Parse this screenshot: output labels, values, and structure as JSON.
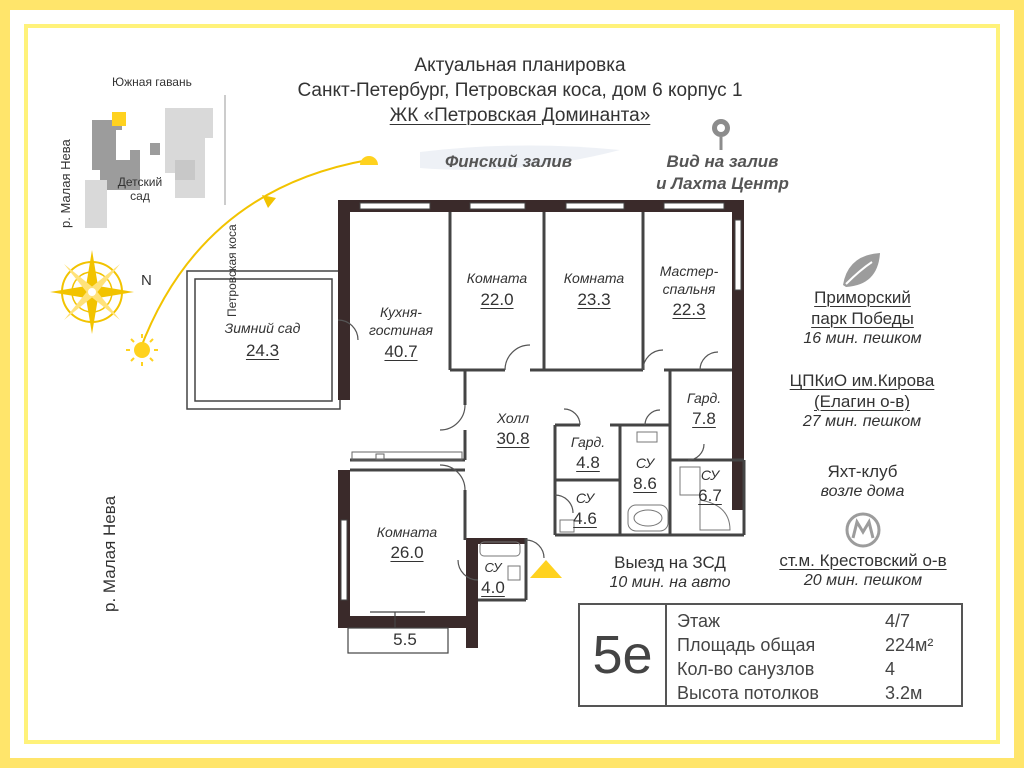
{
  "header": {
    "line1": "Актуальная планировка",
    "line2": "Санкт-Петербург, Петровская коса, дом 6 корпус 1",
    "line3": "ЖК «Петровская Доминанта»"
  },
  "map": {
    "south_harbor": "Южная гавань",
    "petrovskaya_kosa": "Петровская коса",
    "kindergarten": "Детский сад",
    "malaya_neva_top": "р. Малая Нева",
    "malaya_neva_bottom": "р. Малая Нева",
    "north": "N",
    "gulf": "Финский залив",
    "view_line1": "Вид на залив",
    "view_line2": "и Лахта Центр"
  },
  "rooms": {
    "winter_garden_label": "Зимний сад",
    "winter_garden_area": "24.3",
    "kitchen_label_1": "Кухня-",
    "kitchen_label_2": "гостиная",
    "kitchen_area": "40.7",
    "room1_label": "Комната",
    "room1_area": "22.0",
    "room2_label": "Комната",
    "room2_area": "23.3",
    "master_label_1": "Мастер-",
    "master_label_2": "спальня",
    "master_area": "22.3",
    "hall_label": "Холл",
    "hall_area": "30.8",
    "wardrobe1_label": "Гард.",
    "wardrobe1_area": "4.8",
    "wardrobe2_label": "Гард.",
    "wardrobe2_area": "7.8",
    "bath1_label": "СУ",
    "bath1_area": "8.6",
    "bath2_label": "СУ",
    "bath2_area": "6.7",
    "bath3_label": "СУ",
    "bath3_area": "4.6",
    "bath4_label": "СУ",
    "bath4_area": "4.0",
    "room3_label": "Комната",
    "room3_area": "26.0",
    "balcony_area": "5.5"
  },
  "poi": [
    {
      "name_1": "Приморский",
      "name_2": "парк Победы",
      "time": "16 мин. пешком"
    },
    {
      "name_1": "ЦПКиО им.Кирова",
      "name_2": "(Елагин о-в)",
      "time": "27 мин. пешком"
    },
    {
      "name_1": "Яхт-клуб",
      "name_2": "",
      "time": "возле дома"
    },
    {
      "name_1": "ст.м. Крестовский о-в",
      "name_2": "",
      "time": "20 мин. пешком"
    }
  ],
  "exit": {
    "title": "Выезд на ЗСД",
    "time": "10 мин. на авто"
  },
  "specs": {
    "code": "5е",
    "rows": [
      {
        "label": "Этаж",
        "value": "4/7"
      },
      {
        "label": "Площадь общая",
        "value": "224м²"
      },
      {
        "label": "Кол-во санузлов",
        "value": "4"
      },
      {
        "label": "Высота потолков",
        "value": "3.2м"
      }
    ]
  },
  "colors": {
    "accent_yellow": "#ffd21f",
    "frame_yellow": "#ffe56b",
    "wall": "#3a2a2a",
    "text": "#333333"
  }
}
